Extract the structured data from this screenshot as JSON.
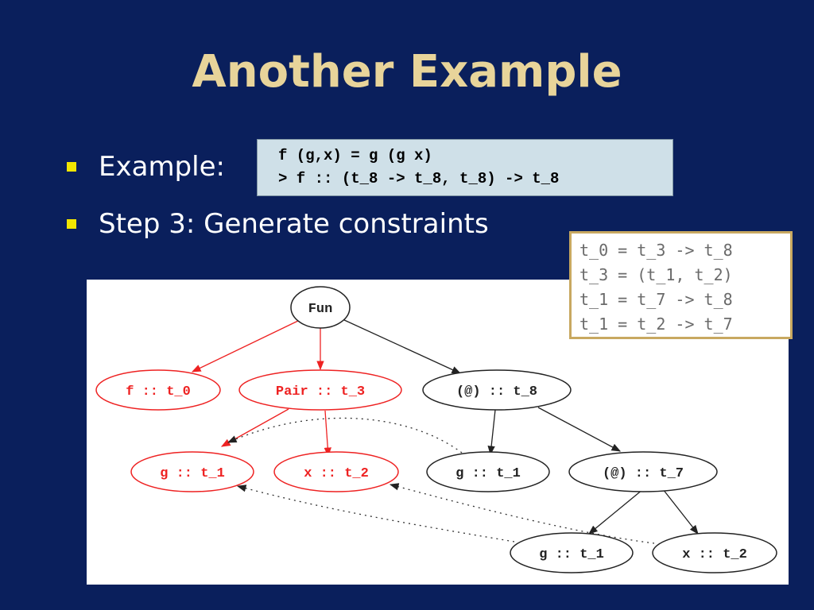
{
  "slide": {
    "title": "Another Example",
    "bullets": [
      {
        "text": "Example:"
      },
      {
        "text": "Step 3: Generate constraints"
      }
    ]
  },
  "code": {
    "line1": "f (g,x) = g (g x)",
    "line2": "> f :: (t_8 -> t_8, t_8) -> t_8"
  },
  "constraints": [
    "t_0 = t_3 -> t_8",
    "t_3 = (t_1, t_2)",
    "t_1 = t_7 -> t_8",
    "t_1 = t_2 -> t_7"
  ],
  "colors": {
    "background": "#0a1f5c",
    "title": "#e8d49a",
    "bullet": "#f2e600",
    "red_node": "#ee2222",
    "black_node": "#222222"
  },
  "tree": {
    "nodes": [
      {
        "id": "fun",
        "label": "Fun",
        "color": "black"
      },
      {
        "id": "f",
        "label": "f :: t_0",
        "color": "red"
      },
      {
        "id": "pair",
        "label": "Pair :: t_3",
        "color": "red"
      },
      {
        "id": "app8",
        "label": "(@) :: t_8",
        "color": "black"
      },
      {
        "id": "g1",
        "label": "g :: t_1",
        "color": "red"
      },
      {
        "id": "x2",
        "label": "x :: t_2",
        "color": "red"
      },
      {
        "id": "g1b",
        "label": "g :: t_1",
        "color": "black"
      },
      {
        "id": "app7",
        "label": "(@) :: t_7",
        "color": "black"
      },
      {
        "id": "g1c",
        "label": "g :: t_1",
        "color": "black"
      },
      {
        "id": "x2b",
        "label": "x :: t_2",
        "color": "black"
      }
    ]
  }
}
